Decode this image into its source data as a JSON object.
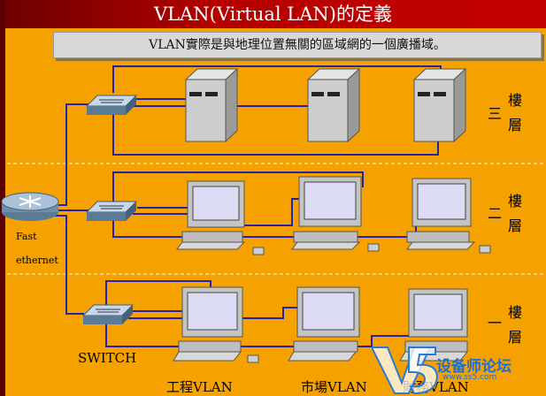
{
  "slide": {
    "title": "VLAN(Virtual LAN)的定義",
    "subtitle": "VLAN實際是與地理位置無關的區域網的一個廣播域。"
  },
  "labels": {
    "router": "Fast ethernet",
    "router_line1": "Fast",
    "router_line2": "ethernet",
    "switch": "SWITCH"
  },
  "floors": [
    {
      "num": "三",
      "char1": "樓",
      "char2": "層"
    },
    {
      "num": "二",
      "char1": "樓",
      "char2": "層"
    },
    {
      "num": "一",
      "char1": "樓",
      "char2": "層"
    }
  ],
  "vlans": [
    "工程VLAN",
    "市場VLAN",
    "財務VLAN"
  ],
  "watermark": {
    "logo": "V5",
    "text": "设备师论坛",
    "url": "www.ss5.com"
  },
  "colors": {
    "background": "#f5a200",
    "title_bar": "#c40000",
    "link": "#2222aa",
    "device": "#c8c8c8"
  }
}
